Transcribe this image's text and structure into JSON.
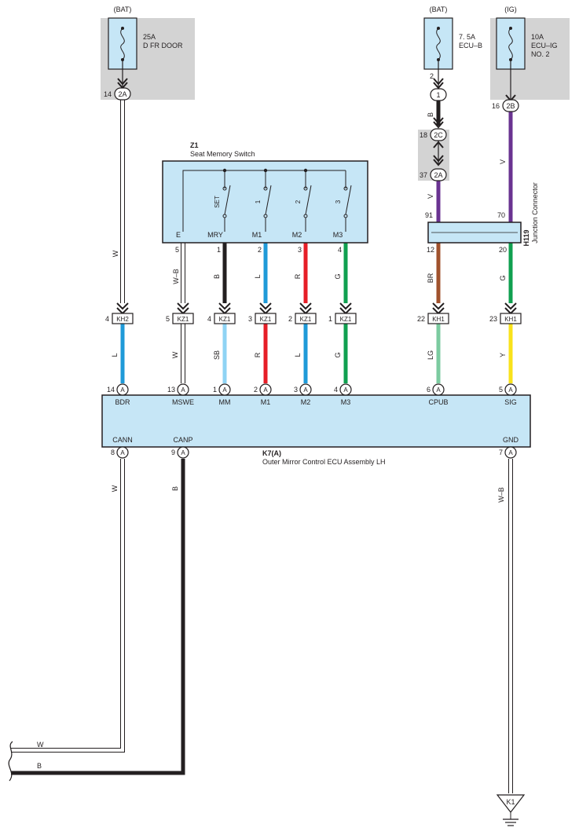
{
  "power_sources": {
    "bat_left": {
      "header": "(BAT)",
      "rating": "25A",
      "name": "D FR DOOR"
    },
    "bat_right": {
      "header": "(BAT)",
      "rating": "7. 5A",
      "name": "ECU–B"
    },
    "ig": {
      "header": "(IG)",
      "rating": "10A",
      "name_line1": "ECU–IG",
      "name_line2": "NO. 2"
    }
  },
  "junction_pins": {
    "fuse_left": {
      "pin": "14",
      "connector": "2A"
    },
    "fuse_ecub": {
      "pin": "2",
      "connector": "1"
    },
    "fuse_ig": {
      "pin": "16",
      "connector": "2B"
    },
    "mid_upper": {
      "pin": "18",
      "connector": "2C"
    },
    "mid_lower": {
      "pin": "37",
      "connector": "2A"
    }
  },
  "seat_switch": {
    "code": "Z1",
    "title": "Seat Memory Switch",
    "switch_labels": [
      "SET",
      "1",
      "2",
      "3"
    ],
    "terminals": [
      {
        "name": "E",
        "pin": "5"
      },
      {
        "name": "MRY",
        "pin": "1"
      },
      {
        "name": "M1",
        "pin": "2"
      },
      {
        "name": "M2",
        "pin": "3"
      },
      {
        "name": "M3",
        "pin": "4"
      }
    ]
  },
  "junction_connector": {
    "code": "H119",
    "title": "Junction Connector",
    "pins_top": [
      "91",
      "70"
    ],
    "pins_bottom": [
      "12",
      "20"
    ]
  },
  "wire_colors": {
    "bat_w": "W",
    "ecub_b": "B",
    "mid_v": "V",
    "ig_v": "V",
    "e_wb": "W–B",
    "mry_b": "B",
    "m1_l": "L",
    "m2_r": "R",
    "m3_g": "G",
    "jc_br": "BR",
    "jc_g": "G",
    "bdr_l": "L",
    "mswe_w": "W",
    "mm_sb": "SB",
    "m1_r": "R",
    "m2_l": "L",
    "m3_g2": "G",
    "cpub_lg": "LG",
    "sig_y": "Y",
    "cann_w": "W",
    "canp_b": "B",
    "gnd_wb": "W–B",
    "bottom_w": "W",
    "bottom_b": "B"
  },
  "inline_connectors": [
    {
      "pin": "4",
      "code": "KH2"
    },
    {
      "pin": "5",
      "code": "KZ1"
    },
    {
      "pin": "4",
      "code": "KZ1"
    },
    {
      "pin": "3",
      "code": "KZ1"
    },
    {
      "pin": "2",
      "code": "KZ1"
    },
    {
      "pin": "1",
      "code": "KZ1"
    },
    {
      "pin": "22",
      "code": "KH1"
    },
    {
      "pin": "23",
      "code": "KH1"
    }
  ],
  "ecu": {
    "code": "K7(A)",
    "title": "Outer Mirror Control ECU Assembly LH",
    "connector_letter": "A",
    "top_terminals": [
      {
        "name": "BDR",
        "pin": "14"
      },
      {
        "name": "MSWE",
        "pin": "13"
      },
      {
        "name": "MM",
        "pin": "1"
      },
      {
        "name": "M1",
        "pin": "2"
      },
      {
        "name": "M2",
        "pin": "3"
      },
      {
        "name": "M3",
        "pin": "4"
      },
      {
        "name": "CPUB",
        "pin": "6"
      },
      {
        "name": "SIG",
        "pin": "5"
      }
    ],
    "bottom_terminals": [
      {
        "name": "CANN",
        "pin": "8"
      },
      {
        "name": "CANP",
        "pin": "9"
      },
      {
        "name": "GND",
        "pin": "7"
      }
    ]
  },
  "ground": {
    "code": "K1"
  },
  "colors": {
    "component_fill": "#c6e6f6",
    "shade": "#d3d3d3",
    "outline": "#231f20",
    "wire_black": "#231f20",
    "wire_blue": "#1f9ad8",
    "wire_red": "#e61e27",
    "wire_green": "#10a050",
    "wire_violet": "#6a3391",
    "wire_brown": "#a0522d",
    "wire_lightblue": "#8fd3f4",
    "wire_lightgreen": "#7ccba0",
    "wire_yellow": "#f9e21b"
  }
}
